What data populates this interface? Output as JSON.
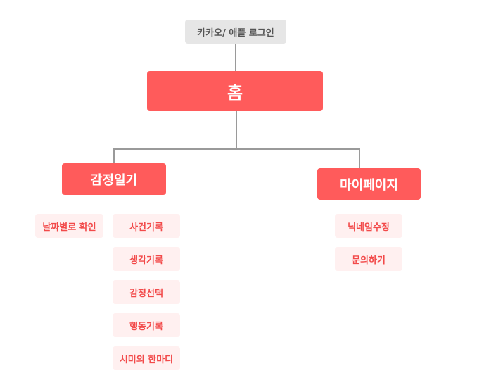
{
  "diagram": {
    "login": "카카오/ 애플 로그인",
    "home": "홈",
    "diary": {
      "label": "감정일기",
      "children": [
        "날짜별로 확인",
        "사건기록",
        "생각기록",
        "감정선택",
        "행동기록",
        "시미의 한마디"
      ]
    },
    "mypage": {
      "label": "마이페이지",
      "children": [
        "닉네임수정",
        "문의하기"
      ]
    }
  },
  "colors": {
    "primary": "#ff5b5b",
    "sub_background": "#fff0f0",
    "sub_text": "#f24a4a",
    "login_background": "#e6e6e6",
    "login_text": "#545454",
    "connector": "#9a9a9a"
  }
}
